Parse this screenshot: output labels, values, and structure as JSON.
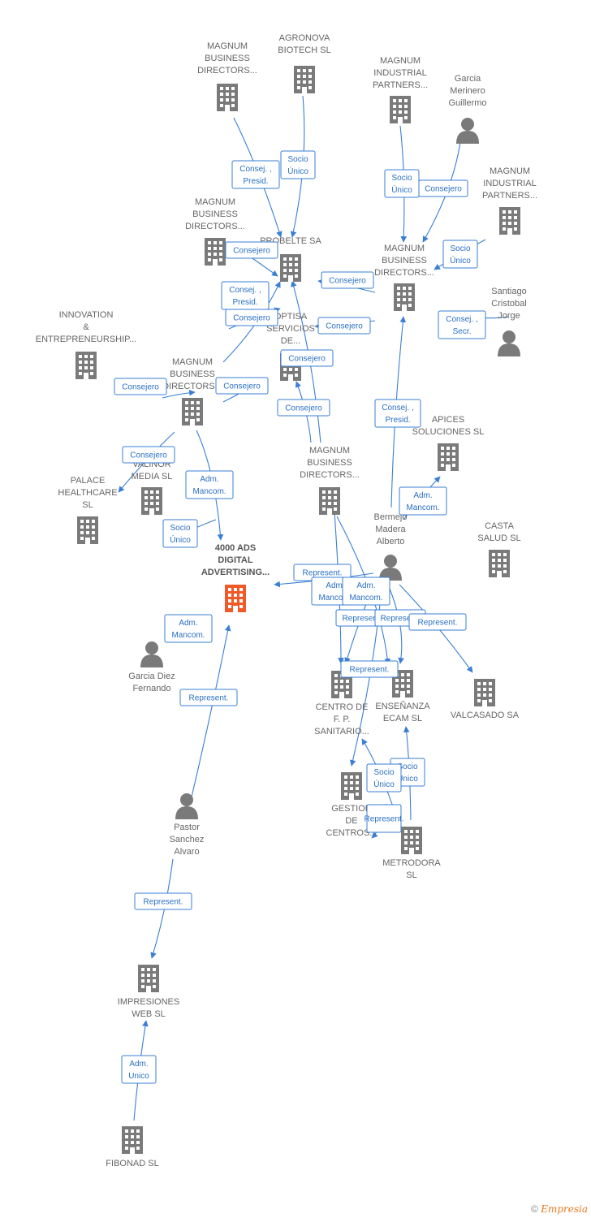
{
  "colors": {
    "edge": "#3a7fd5",
    "node": "#7a7a7a",
    "focus": "#f05a28"
  },
  "nodes": [
    {
      "id": "magnum1",
      "label": [
        "MAGNUM",
        "BUSINESS",
        "DIRECTORS..."
      ],
      "type": "company"
    },
    {
      "id": "agronova",
      "label": [
        "AGRONOVA",
        "BIOTECH  SL"
      ],
      "type": "company"
    },
    {
      "id": "magnum_ind1",
      "label": [
        "MAGNUM",
        "INDUSTRIAL",
        "PARTNERS..."
      ],
      "type": "company"
    },
    {
      "id": "garcia_merinero",
      "label": [
        "Garcia",
        "Merinero",
        "Guillermo"
      ],
      "type": "person"
    },
    {
      "id": "magnum_ind2",
      "label": [
        "MAGNUM",
        "INDUSTRIAL",
        "PARTNERS..."
      ],
      "type": "company"
    },
    {
      "id": "magnum2",
      "label": [
        "MAGNUM",
        "BUSINESS",
        "DIRECTORS..."
      ],
      "type": "company"
    },
    {
      "id": "probelte",
      "label": [
        "PROBELTE SA"
      ],
      "type": "company"
    },
    {
      "id": "magnum3",
      "label": [
        "MAGNUM",
        "BUSINESS",
        "DIRECTORS..."
      ],
      "type": "company"
    },
    {
      "id": "santiago",
      "label": [
        "Santiago",
        "Cristobal",
        "Jorge"
      ],
      "type": "person"
    },
    {
      "id": "innovation",
      "label": [
        "INNOVATION",
        "&",
        "ENTREPRENEURSHIP..."
      ],
      "type": "company"
    },
    {
      "id": "optisa",
      "label": [
        "OPTISA",
        "SERVICIOS",
        "DE..."
      ],
      "type": "company"
    },
    {
      "id": "magnum4",
      "label": [
        "MAGNUM",
        "BUSINESS",
        "DIRECTORS..."
      ],
      "type": "company"
    },
    {
      "id": "apices",
      "label": [
        "APICES",
        "SOLUCIONES SL"
      ],
      "type": "company"
    },
    {
      "id": "magnum5",
      "label": [
        "MAGNUM",
        "BUSINESS",
        "DIRECTORS..."
      ],
      "type": "company"
    },
    {
      "id": "palace",
      "label": [
        "PALACE",
        "HEALTHCARE",
        "SL"
      ],
      "type": "company"
    },
    {
      "id": "valinor",
      "label": [
        "VALINOR",
        "MEDIA  SL"
      ],
      "type": "company"
    },
    {
      "id": "bermejo",
      "label": [
        "Bermejo",
        "Madera",
        "Alberto"
      ],
      "type": "person"
    },
    {
      "id": "casta",
      "label": [
        "CASTA",
        "SALUD  SL"
      ],
      "type": "company"
    },
    {
      "id": "ads4000",
      "label": [
        "4000 ADS",
        "DIGITAL",
        "ADVERTISING..."
      ],
      "type": "focus"
    },
    {
      "id": "garcia_diez",
      "label": [
        "Garcia Diez",
        "Fernando"
      ],
      "type": "person"
    },
    {
      "id": "centro",
      "label": [
        "CENTRO DE",
        "F.  P.",
        "SANITARIO..."
      ],
      "type": "company"
    },
    {
      "id": "ecam",
      "label": [
        "ENSEÑANZA",
        "ECAM SL"
      ],
      "type": "company"
    },
    {
      "id": "valcasado",
      "label": [
        "VALCASADO SA"
      ],
      "type": "company"
    },
    {
      "id": "gestion",
      "label": [
        "GESTION",
        "DE",
        "CENTROS..."
      ],
      "type": "company"
    },
    {
      "id": "metrodora",
      "label": [
        "METRODORA",
        "SL"
      ],
      "type": "company"
    },
    {
      "id": "pastor",
      "label": [
        "Pastor",
        "Sanchez",
        "Alvaro"
      ],
      "type": "person"
    },
    {
      "id": "impresiones",
      "label": [
        "IMPRESIONES",
        "WEB SL"
      ],
      "type": "company"
    },
    {
      "id": "fibonad",
      "label": [
        "FIBONAD  SL"
      ],
      "type": "company"
    }
  ],
  "edges": [
    {
      "label": [
        "Consej. ,",
        "Presid."
      ]
    },
    {
      "label": [
        "Socio",
        "Único"
      ]
    },
    {
      "label": [
        "Socio",
        "Único"
      ]
    },
    {
      "label": [
        "Consejero"
      ]
    },
    {
      "label": [
        "Socio",
        "Único"
      ]
    },
    {
      "label": [
        "Consejero"
      ]
    },
    {
      "label": [
        "Consej. ,",
        "Presid."
      ]
    },
    {
      "label": [
        "Consejero"
      ]
    },
    {
      "label": [
        "Consejero"
      ]
    },
    {
      "label": [
        "Consej. ,",
        "Secr."
      ]
    },
    {
      "label": [
        "Consejero"
      ]
    },
    {
      "label": [
        "Consejero"
      ]
    },
    {
      "label": [
        "Consejero"
      ]
    },
    {
      "label": [
        "Consejero"
      ]
    },
    {
      "label": [
        "Consejero"
      ]
    },
    {
      "label": [
        "Consej. ,",
        "Presid."
      ]
    },
    {
      "label": [
        "Consejero"
      ]
    },
    {
      "label": [
        "Adm.",
        "Mancom."
      ]
    },
    {
      "label": [
        "Socio",
        "Único"
      ]
    },
    {
      "label": [
        "Adm.",
        "Mancom."
      ]
    },
    {
      "label": [
        "Represent."
      ]
    },
    {
      "label": [
        "Represent."
      ]
    },
    {
      "label": [
        "Adm.",
        "Mancom."
      ]
    },
    {
      "label": [
        "Adm.",
        "Mancom."
      ]
    },
    {
      "label": [
        "Represent."
      ]
    },
    {
      "label": [
        "Represent."
      ]
    },
    {
      "label": [
        "Represent."
      ]
    },
    {
      "label": [
        "Represent."
      ]
    },
    {
      "label": [
        "Adm.",
        "Mancom."
      ]
    },
    {
      "label": [
        "Represent."
      ]
    },
    {
      "label": [
        "Socio",
        "Único"
      ]
    },
    {
      "label": [
        "Socio",
        "Único"
      ]
    },
    {
      "label": [
        "Socio",
        "Único"
      ]
    },
    {
      "label": [
        "Represent."
      ]
    },
    {
      "label": [
        "Adm.",
        "Unico"
      ]
    }
  ],
  "footer": {
    "copyright": "©",
    "brand": "Empresia"
  }
}
